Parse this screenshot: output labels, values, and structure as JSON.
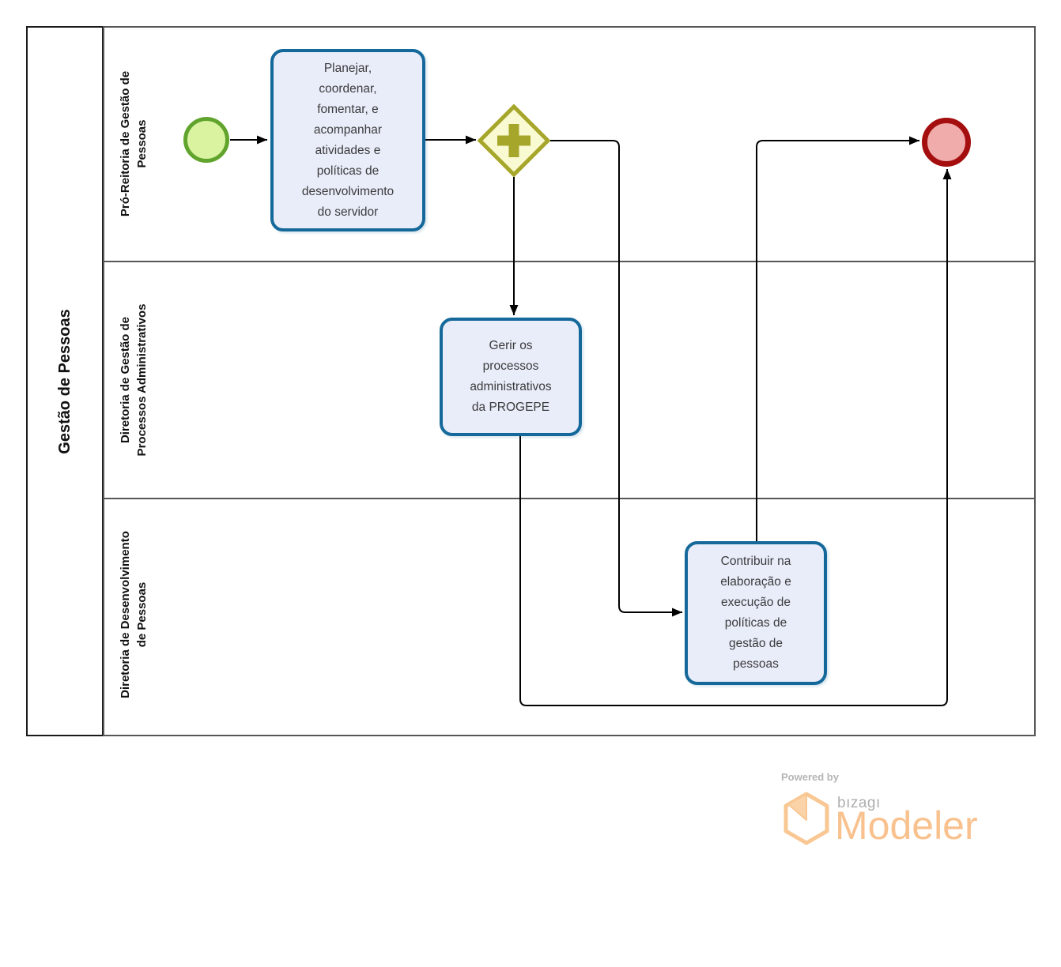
{
  "pool": {
    "title": "Gestão de Pessoas"
  },
  "lanes": [
    {
      "label": "Pró-Reitoria de Gestão de\nPessoas"
    },
    {
      "label": "Diretoria de Gestão de\nProcessos Administrativos"
    },
    {
      "label": "Diretoria de Desenvolvimento\nde Pessoas"
    }
  ],
  "nodes": {
    "start_event": {
      "type": "start-event"
    },
    "end_event": {
      "type": "end-event"
    },
    "gateway": {
      "type": "parallel-gateway",
      "icon": "plus-icon"
    }
  },
  "tasks": [
    {
      "label": "Planejar,\ncoordenar,\nfomentar, e\nacompanhar\natividades e\npolíticas de\ndesenvolvimento\ndo servidor"
    },
    {
      "label": "Gerir os\nprocessos\nadministrativos\nda PROGEPE"
    },
    {
      "label": "Contribuir na\nelaboração e\nexecução de\npolíticas de\ngestão de\npessoas"
    }
  ],
  "colors": {
    "task_fill": "#e9edfa",
    "task_border": "#15689a",
    "start_fill": "#d9f3a1",
    "start_border": "#61a42d",
    "end_fill": "#f0abab",
    "end_border": "#a50e0e",
    "gateway_fill": "#fafad2",
    "gateway_border": "#a6a62b",
    "lane_border": "#565656",
    "pool_border": "#1a1a1a",
    "flow": "#000000",
    "logo_orange": "#f8c18e",
    "logo_gray": "#aeaeae"
  },
  "footer": {
    "powered_by": "Powered by",
    "brand": "bızagı",
    "product": "Modeler"
  }
}
